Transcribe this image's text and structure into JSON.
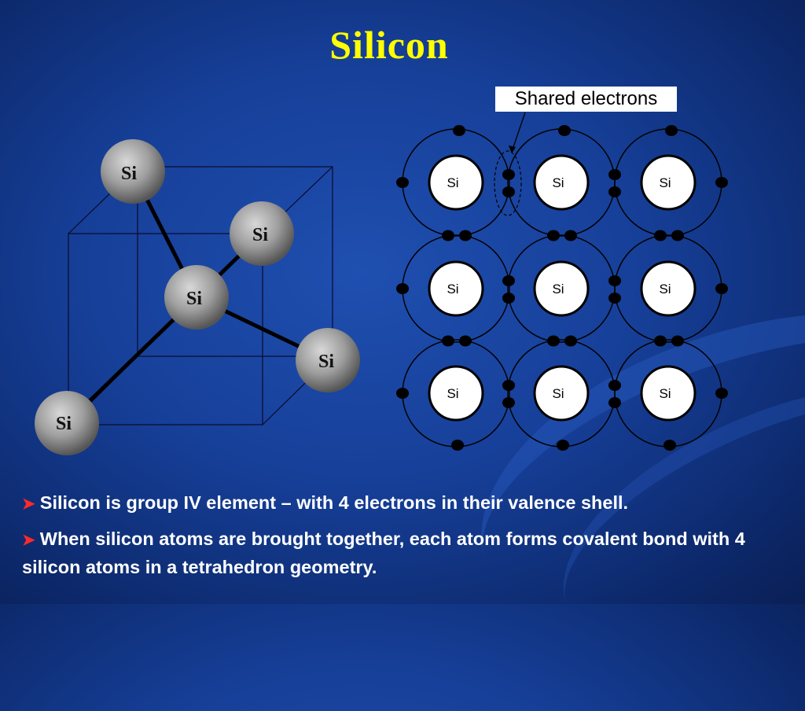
{
  "slide": {
    "title": "Silicon",
    "shared_label": "Shared electrons",
    "atom_symbol": "Si",
    "bullets": [
      "Silicon is group IV element – with 4 electrons in their valence shell.",
      "When silicon atoms are brought together, each atom forms covalent bond with 4 silicon atoms in a tetrahedron geometry."
    ]
  },
  "colors": {
    "title": "#ffff00",
    "bullet_arrow": "#ff2a2a",
    "text": "#ffffff"
  }
}
